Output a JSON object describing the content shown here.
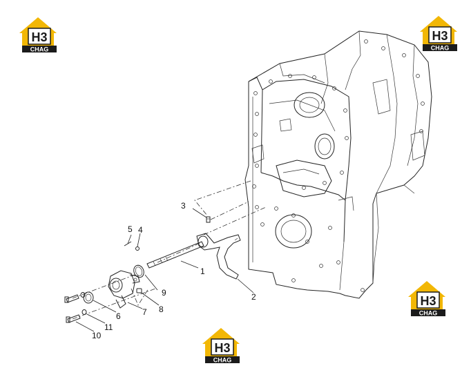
{
  "watermark": {
    "mark": "H3",
    "brand": "CHAG",
    "colors": {
      "gold": "#f2b705",
      "dark": "#1b1b1b",
      "light": "#ffffff"
    }
  },
  "callouts": [
    {
      "id": "1",
      "label": "1"
    },
    {
      "id": "2",
      "label": "2"
    },
    {
      "id": "3",
      "label": "3"
    },
    {
      "id": "4",
      "label": "4"
    },
    {
      "id": "5",
      "label": "5"
    },
    {
      "id": "6",
      "label": "6"
    },
    {
      "id": "7",
      "label": "7"
    },
    {
      "id": "8",
      "label": "8"
    },
    {
      "id": "9",
      "label": "9"
    },
    {
      "id": "10",
      "label": "10"
    },
    {
      "id": "11",
      "label": "11"
    }
  ]
}
